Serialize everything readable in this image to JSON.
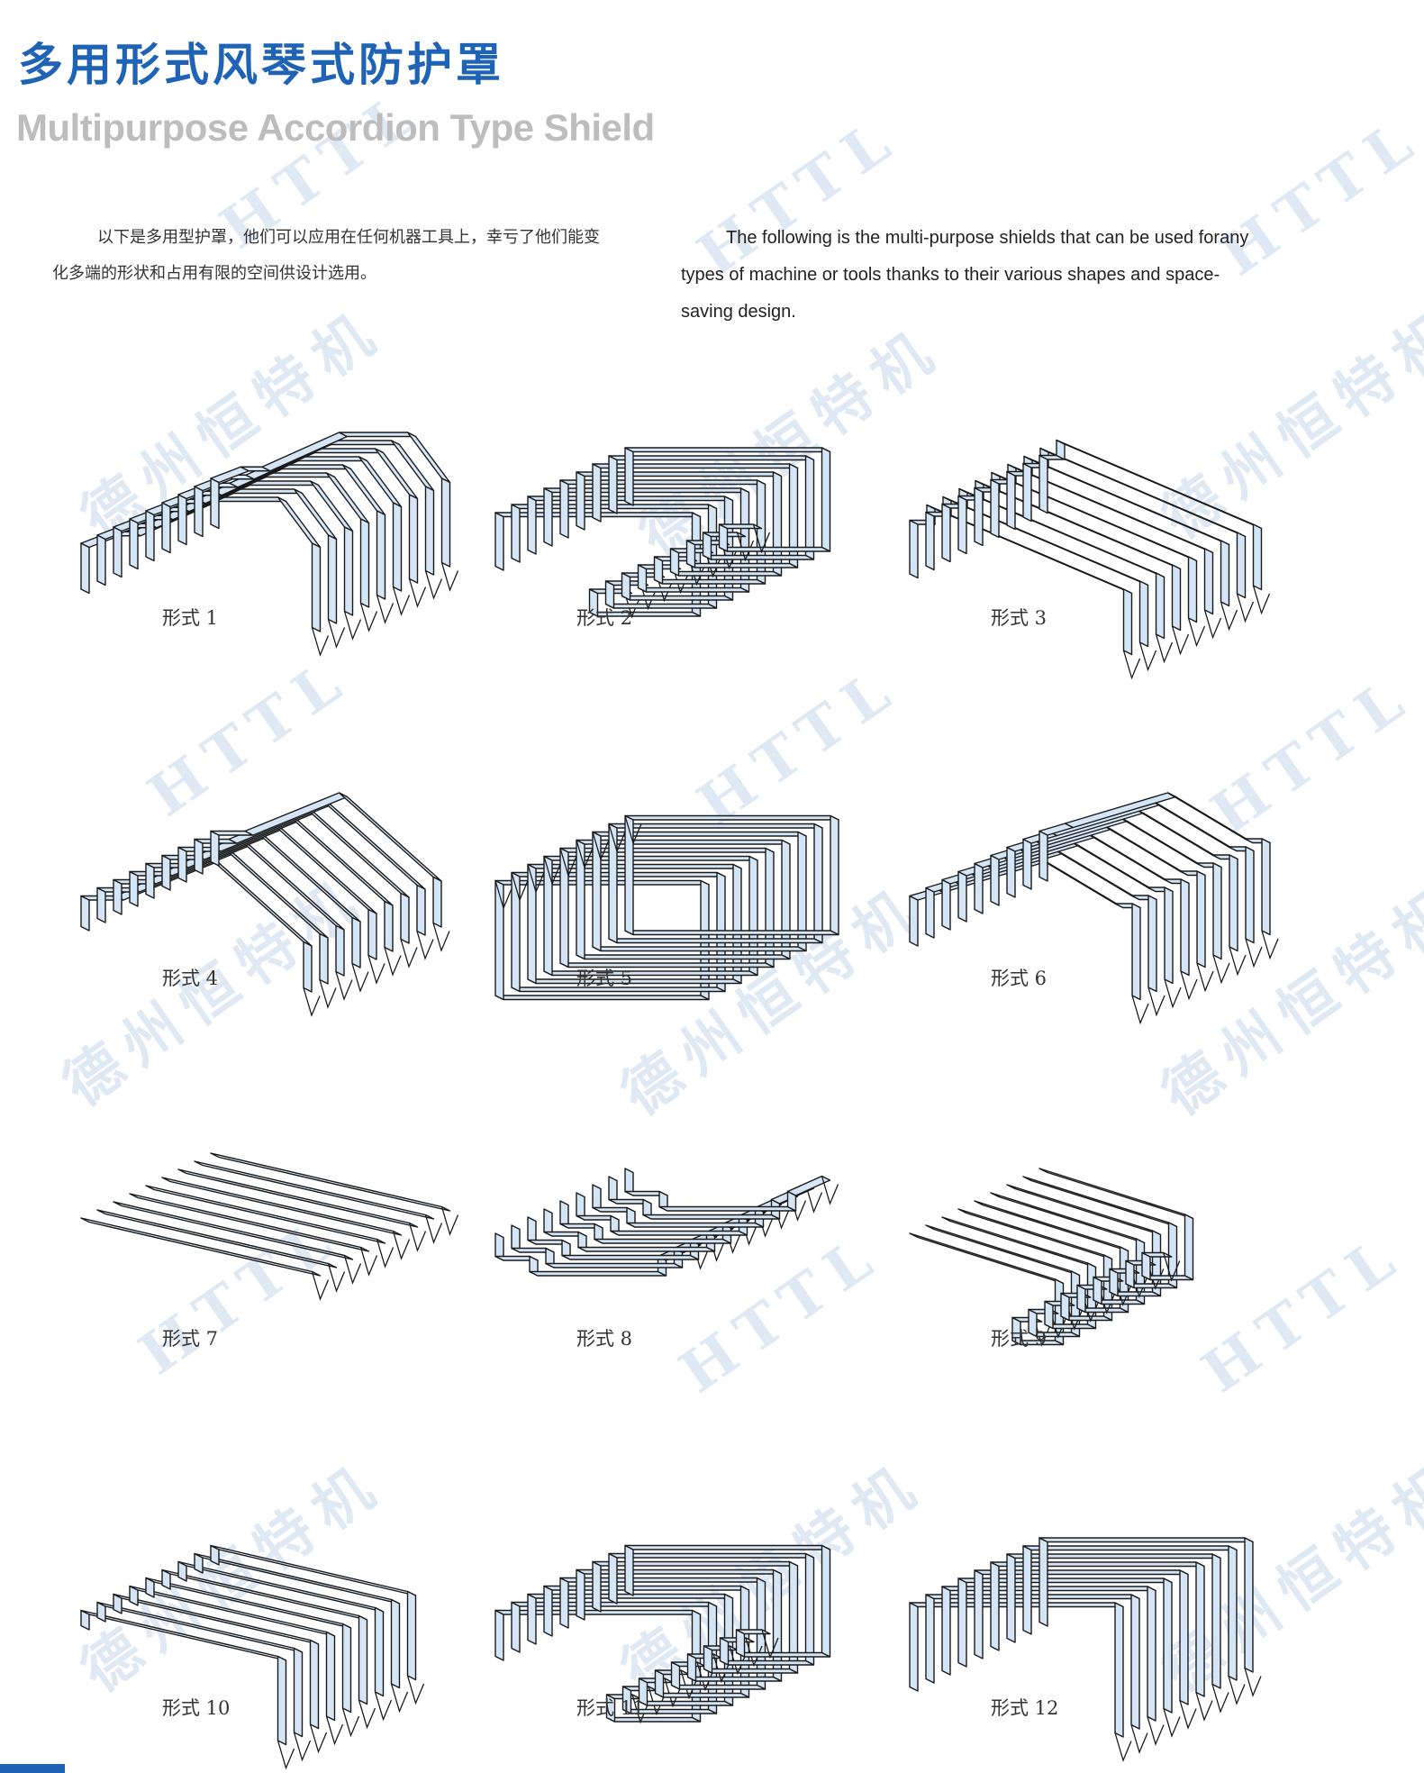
{
  "header": {
    "title_cn": "多用形式风琴式防护罩",
    "title_en": "Multipurpose Accordion Type Shield"
  },
  "intro": {
    "cn": "以下是多用型护罩，他们可以应用在任何机器工具上，幸亏了他们能变化多端的形状和占用有限的空间供设计选用。",
    "en": "The following is the multi-purpose shields that can be used forany types of machine or tools thanks to their various shapes and space-saving design."
  },
  "watermark": {
    "text_latin": "HTTL",
    "text_cn": "德州恒特机"
  },
  "colors": {
    "title": "#1e63b6",
    "subtitle": "#bdbdbd",
    "fold_fill": "#d4e6f6",
    "fold_stroke": "#1a1a1a",
    "watermark": "#dfe9f4"
  },
  "forms": [
    {
      "label": "形式 1",
      "shape": "arch-wide-lip"
    },
    {
      "label": "形式 2",
      "shape": "box-c-channel"
    },
    {
      "label": "形式 3",
      "shape": "slope-c"
    },
    {
      "label": "形式 4",
      "shape": "arch-lip"
    },
    {
      "label": "形式 5",
      "shape": "box-closed-frame"
    },
    {
      "label": "形式 6",
      "shape": "arch-double-lip"
    },
    {
      "label": "形式 7",
      "shape": "flat-sheet"
    },
    {
      "label": "形式 8",
      "shape": "flat-low-profile"
    },
    {
      "label": "形式 9",
      "shape": "flat-c"
    },
    {
      "label": "形式 10",
      "shape": "slope-l"
    },
    {
      "label": "形式 11",
      "shape": "box-c-lip"
    },
    {
      "label": "形式 12",
      "shape": "box-u"
    }
  ]
}
